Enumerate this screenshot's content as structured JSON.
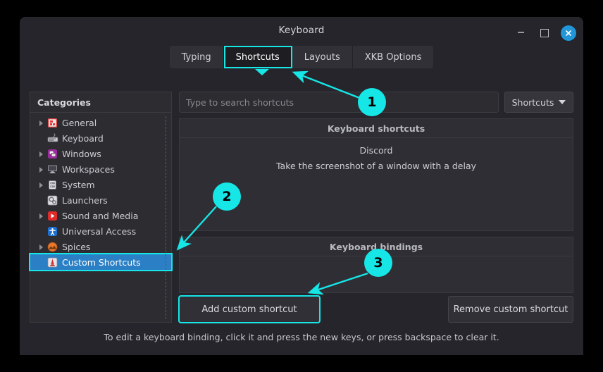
{
  "window": {
    "title": "Keyboard",
    "controls": [
      {
        "name": "minimize-button",
        "glyph": "–"
      },
      {
        "name": "maximize-button",
        "glyph": "□"
      },
      {
        "name": "close-button",
        "glyph": "✕"
      }
    ]
  },
  "tabs": [
    {
      "label": "Typing",
      "active": false
    },
    {
      "label": "Shortcuts",
      "active": true
    },
    {
      "label": "Layouts",
      "active": false
    },
    {
      "label": "XKB Options",
      "active": false
    }
  ],
  "sidebar": {
    "header": "Categories",
    "items": [
      {
        "label": "General",
        "icon": "general-icon",
        "expandable": true,
        "selected": false
      },
      {
        "label": "Keyboard",
        "icon": "keyboard-icon",
        "expandable": false,
        "selected": false
      },
      {
        "label": "Windows",
        "icon": "windows-icon",
        "expandable": true,
        "selected": false
      },
      {
        "label": "Workspaces",
        "icon": "workspaces-icon",
        "expandable": true,
        "selected": false
      },
      {
        "label": "System",
        "icon": "system-icon",
        "expandable": true,
        "selected": false
      },
      {
        "label": "Launchers",
        "icon": "launchers-icon",
        "expandable": false,
        "selected": false
      },
      {
        "label": "Sound and Media",
        "icon": "sound-and-media-icon",
        "expandable": true,
        "selected": false
      },
      {
        "label": "Universal Access",
        "icon": "universal-access-icon",
        "expandable": false,
        "selected": false
      },
      {
        "label": "Spices",
        "icon": "spices-icon",
        "expandable": true,
        "selected": false
      },
      {
        "label": "Custom Shortcuts",
        "icon": "custom-shortcuts-icon",
        "expandable": false,
        "selected": true
      }
    ]
  },
  "search": {
    "placeholder": "Type to search shortcuts",
    "value": ""
  },
  "filter_dropdown": {
    "label": "Shortcuts",
    "icon": "chevron-down-icon"
  },
  "shortcuts_section": {
    "header": "Keyboard shortcuts",
    "rows": [
      {
        "label": "Discord"
      },
      {
        "label": "Take the screenshot of a window with a delay"
      }
    ]
  },
  "bindings_section": {
    "header": "Keyboard bindings",
    "rows": []
  },
  "buttons": {
    "add": "Add custom shortcut",
    "remove": "Remove custom shortcut"
  },
  "footer": {
    "hint": "To edit a keyboard binding, click it and press the new keys, or press backspace to clear it."
  },
  "annotations": {
    "accent_color": "#16e6e6",
    "badges": [
      {
        "number": "1",
        "target": "shortcuts-tab"
      },
      {
        "number": "2",
        "target": "sidebar-item-custom-shortcuts"
      },
      {
        "number": "3",
        "target": "add-custom-shortcut-button"
      }
    ]
  },
  "colors": {
    "desktop": "#000000",
    "window": "#25252b",
    "panel": "#2e2e34",
    "selection": "#2b7fc4",
    "accent": "#16e6e6",
    "text": "#d2d2d6"
  }
}
